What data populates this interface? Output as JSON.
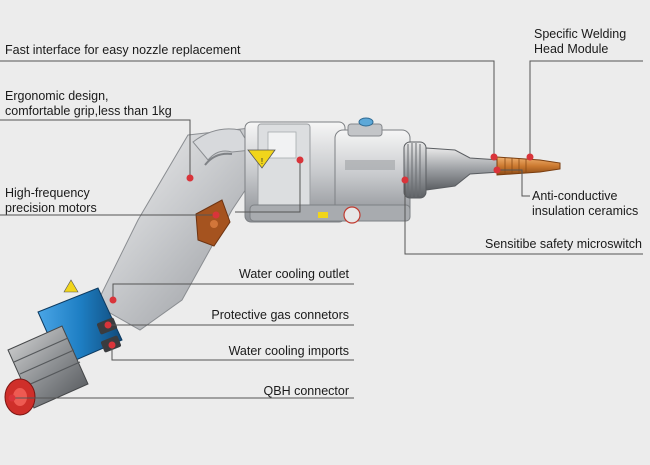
{
  "callouts": {
    "fast_interface": "Fast interface for easy nozzle replacement",
    "ergonomic": {
      "line1": "Ergonomic design,",
      "line2": "comfortable grip,less than 1kg"
    },
    "motors": {
      "line1": "High-frequency",
      "line2": "precision motors"
    },
    "welding_head": {
      "line1": "Specific Welding",
      "line2": "Head Module"
    },
    "ceramics": {
      "line1": "Anti-conductive",
      "line2": "insulation ceramics"
    },
    "microswitch": "Sensitibe safety microswitch",
    "water_outlet": "Water cooling outlet",
    "gas_connectors": "Protective gas connetors",
    "water_imports": "Water cooling imports",
    "qbh": "QBH connector"
  },
  "colors": {
    "background": "#ececec",
    "leader_line": "#555555",
    "marker": "#d9343a",
    "housing": "#b9bcc0",
    "body_block": "#c9cbce",
    "ring_blue": "#1e7fc4",
    "copper_nozzle": "#d1823a",
    "warning_sticker": "#f1d51b"
  }
}
